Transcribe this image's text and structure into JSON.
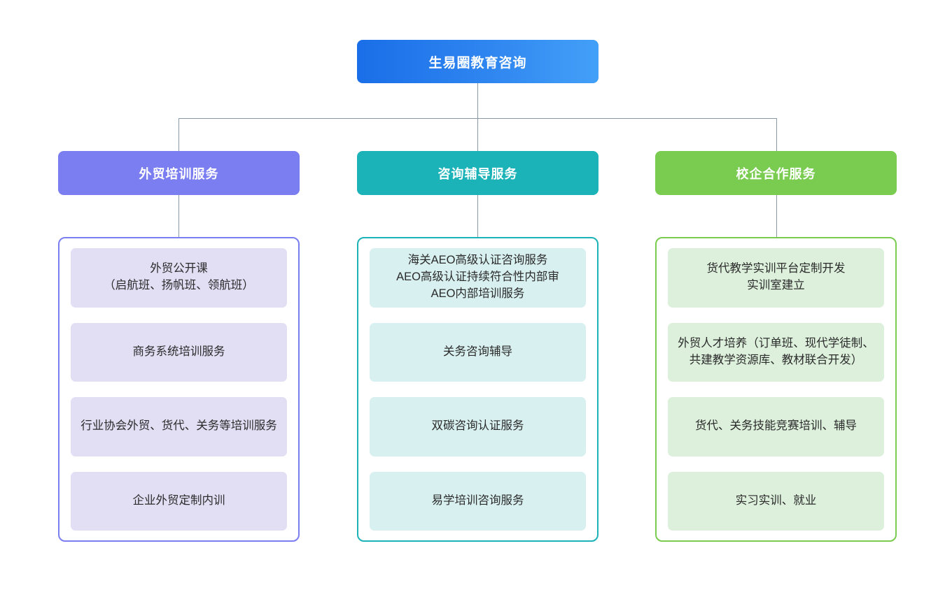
{
  "diagram": {
    "type": "org-chart",
    "root": {
      "label": "生易圈教育咨询",
      "color_start": "#1a6ee8",
      "color_end": "#43a0f8"
    },
    "connector_color": "#8a99a8",
    "branches": [
      {
        "header": "外贸培训服务",
        "accent": "#7b7ef0",
        "card_bg": "#e2dff5",
        "items": [
          "外贸公开课\n（启航班、扬帆班、领航班）",
          "商务系统培训服务",
          "行业协会外贸、货代、关务等培训服务",
          "企业外贸定制内训"
        ]
      },
      {
        "header": "咨询辅导服务",
        "accent": "#1cb3b8",
        "card_bg": "#d8f0ef",
        "items": [
          "海关AEO高级认证咨询服务\nAEO高级认证持续符合性内部审\nAEO内部培训服务",
          "关务咨询辅导",
          "双碳咨询认证服务",
          "易学培训咨询服务"
        ]
      },
      {
        "header": "校企合作服务",
        "accent": "#79cc4f",
        "card_bg": "#dcf0dc",
        "items": [
          "货代教学实训平台定制开发\n实训室建立",
          "外贸人才培养（订单班、现代学徒制、共建教学资源库、教材联合开发）",
          "货代、关务技能竞赛培训、辅导",
          "实习实训、就业"
        ]
      }
    ]
  }
}
